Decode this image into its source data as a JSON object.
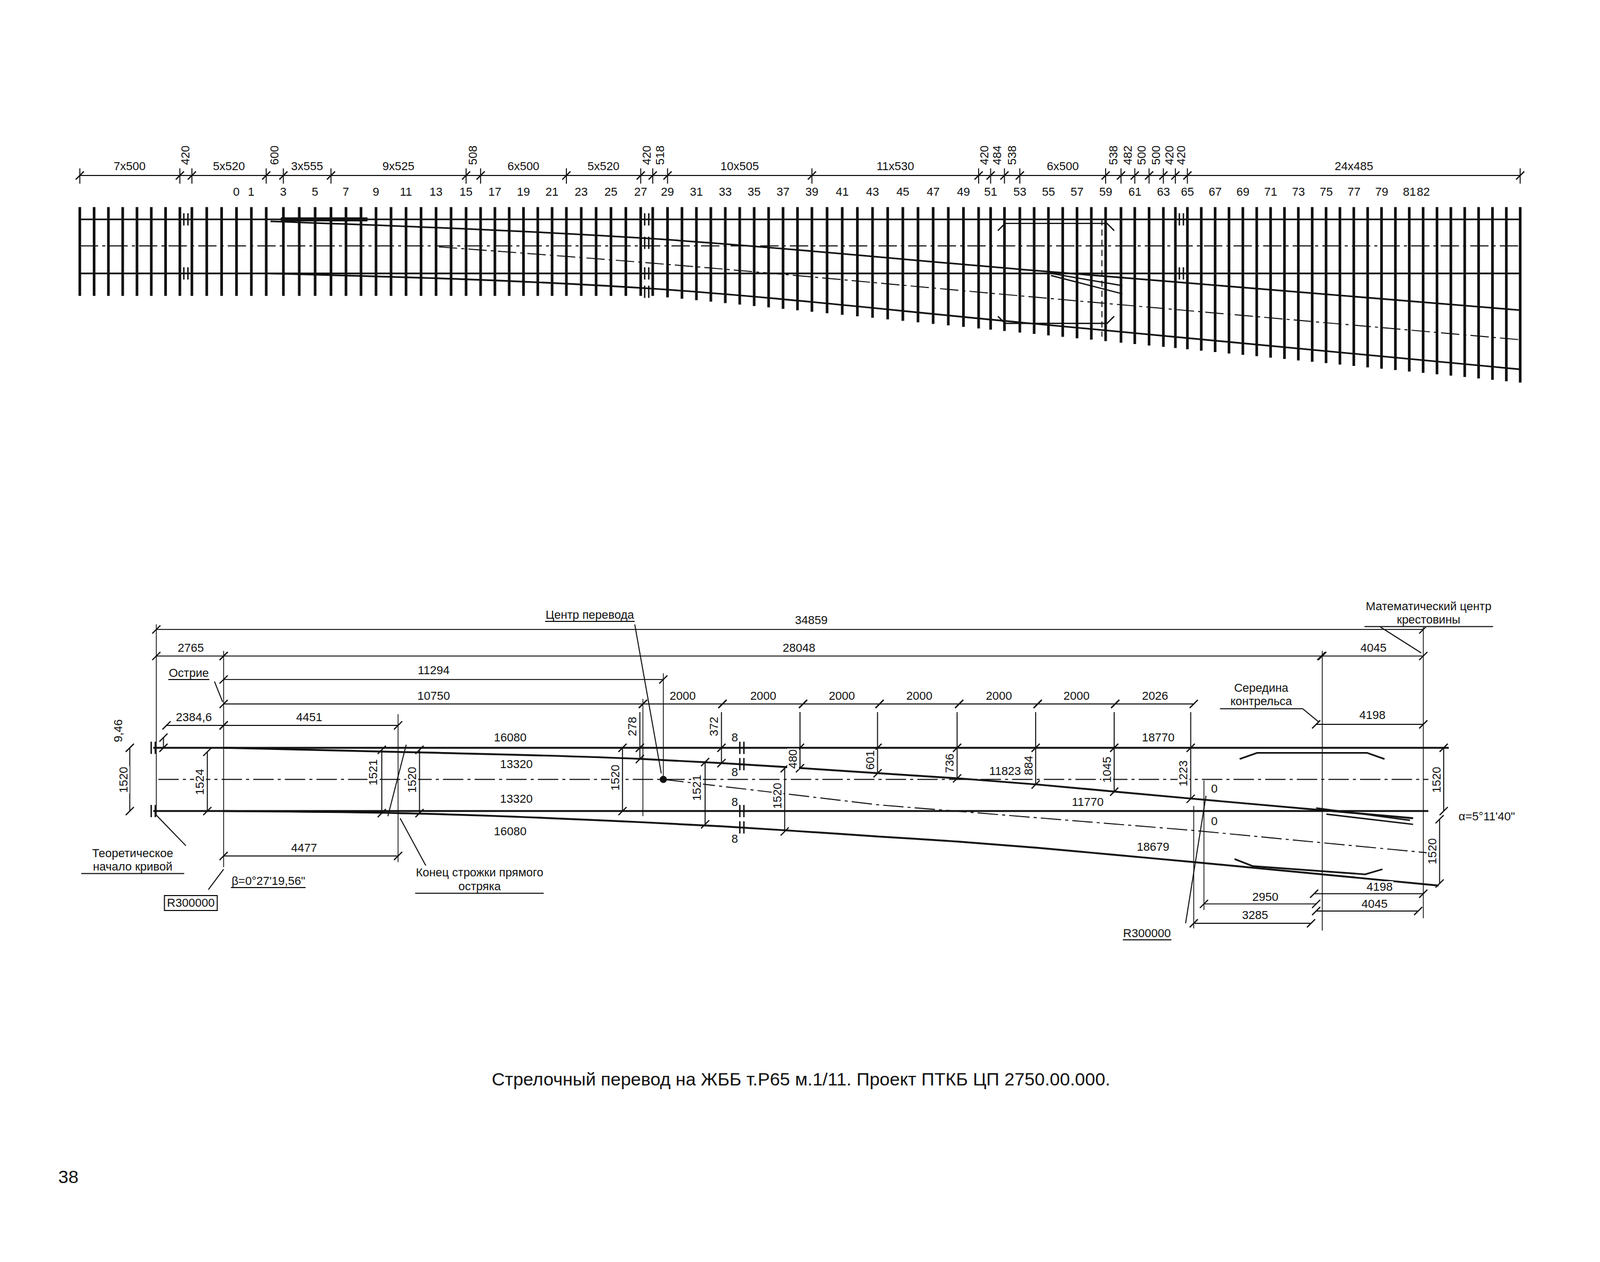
{
  "diagram": {
    "caption": "Стрелочный перевод на ЖББ т.Р65 м.1/11. Проект ПТКБ ЦП 2750.00.000.",
    "labels": [
      "7x500",
      "420",
      "5x520",
      "600",
      "3x555",
      "9x525",
      "508",
      "6x500",
      "5x520",
      "420",
      "518",
      "10x505",
      "11x530",
      "420",
      "484",
      "538",
      "6x500",
      "538",
      "482",
      "500",
      "500",
      "420",
      "420",
      "24x485",
      "0",
      "1",
      "3",
      "5",
      "7",
      "9",
      "11",
      "13",
      "15",
      "17",
      "19",
      "21",
      "23",
      "25",
      "27",
      "29",
      "31",
      "33",
      "35",
      "37",
      "39",
      "41",
      "43",
      "45",
      "47",
      "49",
      "51",
      "53",
      "55",
      "57",
      "59",
      "61",
      "63",
      "65",
      "67",
      "69",
      "71",
      "73",
      "75",
      "77",
      "79",
      "81",
      "82",
      "Центр перевода",
      "34859",
      "Математический центр крестовины",
      "2765",
      "28048",
      "4045",
      "Острие",
      "11294",
      "10750",
      "2000",
      "2000",
      "2000",
      "2000",
      "2000",
      "2000",
      "2026",
      "Середина контрельса",
      "2384,6",
      "4451",
      "9,46",
      "278",
      "372",
      "4198",
      "8",
      "16080",
      "18770",
      "480",
      "1520",
      "1524",
      "13320",
      "1521",
      "1520",
      "1520",
      "1521",
      "8",
      "1520",
      "601",
      "736",
      "11823",
      "884",
      "1045",
      "1223",
      "0",
      "1520",
      "11770",
      "13320",
      "8",
      "0",
      "α=5°11'40\"",
      "16080",
      "8",
      "1520",
      "18679",
      "4477",
      "Теоретическое начало кривой",
      "Конец строжки прямого остряка",
      "β=0°27'19,56\"",
      "4198",
      "2950",
      "4045",
      "R300000",
      "3285",
      "R300000",
      "38"
    ]
  }
}
